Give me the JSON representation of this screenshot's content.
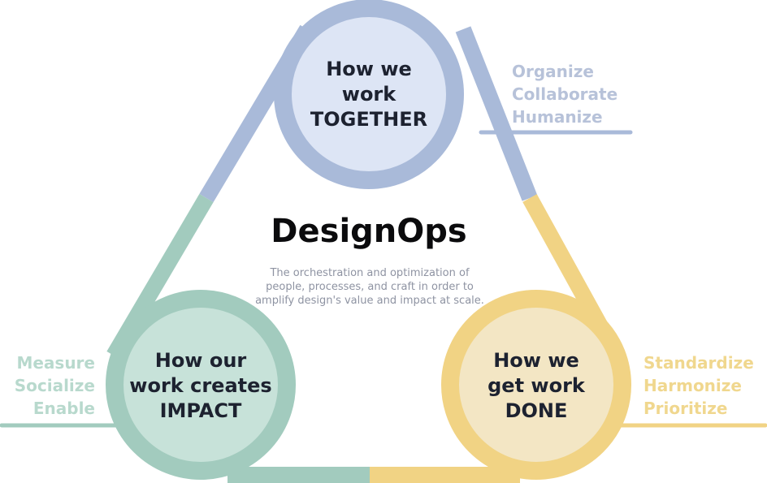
{
  "title": "DesignOps",
  "description": "The orchestration and optimization of people, processes, and craft in order to amplify design's value and impact at scale.",
  "colors": {
    "together": "#a9bad9",
    "together_fill": "#dde5f5",
    "done": "#f1d384",
    "done_fill": "#f3e6c4",
    "impact": "#a2cbbe",
    "impact_fill": "#c7e2d9",
    "together_text": "#b7c2d9",
    "done_text": "#f0d78e",
    "impact_text": "#b8d9cd"
  },
  "nodes": {
    "together": {
      "line1": "How we",
      "line2": "work",
      "line3": "TOGETHER"
    },
    "done": {
      "line1": "How we",
      "line2": "get work",
      "line3": "DONE"
    },
    "impact": {
      "line1": "How our",
      "line2": "work creates",
      "line3": "IMPACT"
    }
  },
  "lists": {
    "together": [
      "Organize",
      "Collaborate",
      "Humanize"
    ],
    "done": [
      "Standardize",
      "Harmonize",
      "Prioritize"
    ],
    "impact": [
      "Measure",
      "Socialize",
      "Enable"
    ]
  }
}
